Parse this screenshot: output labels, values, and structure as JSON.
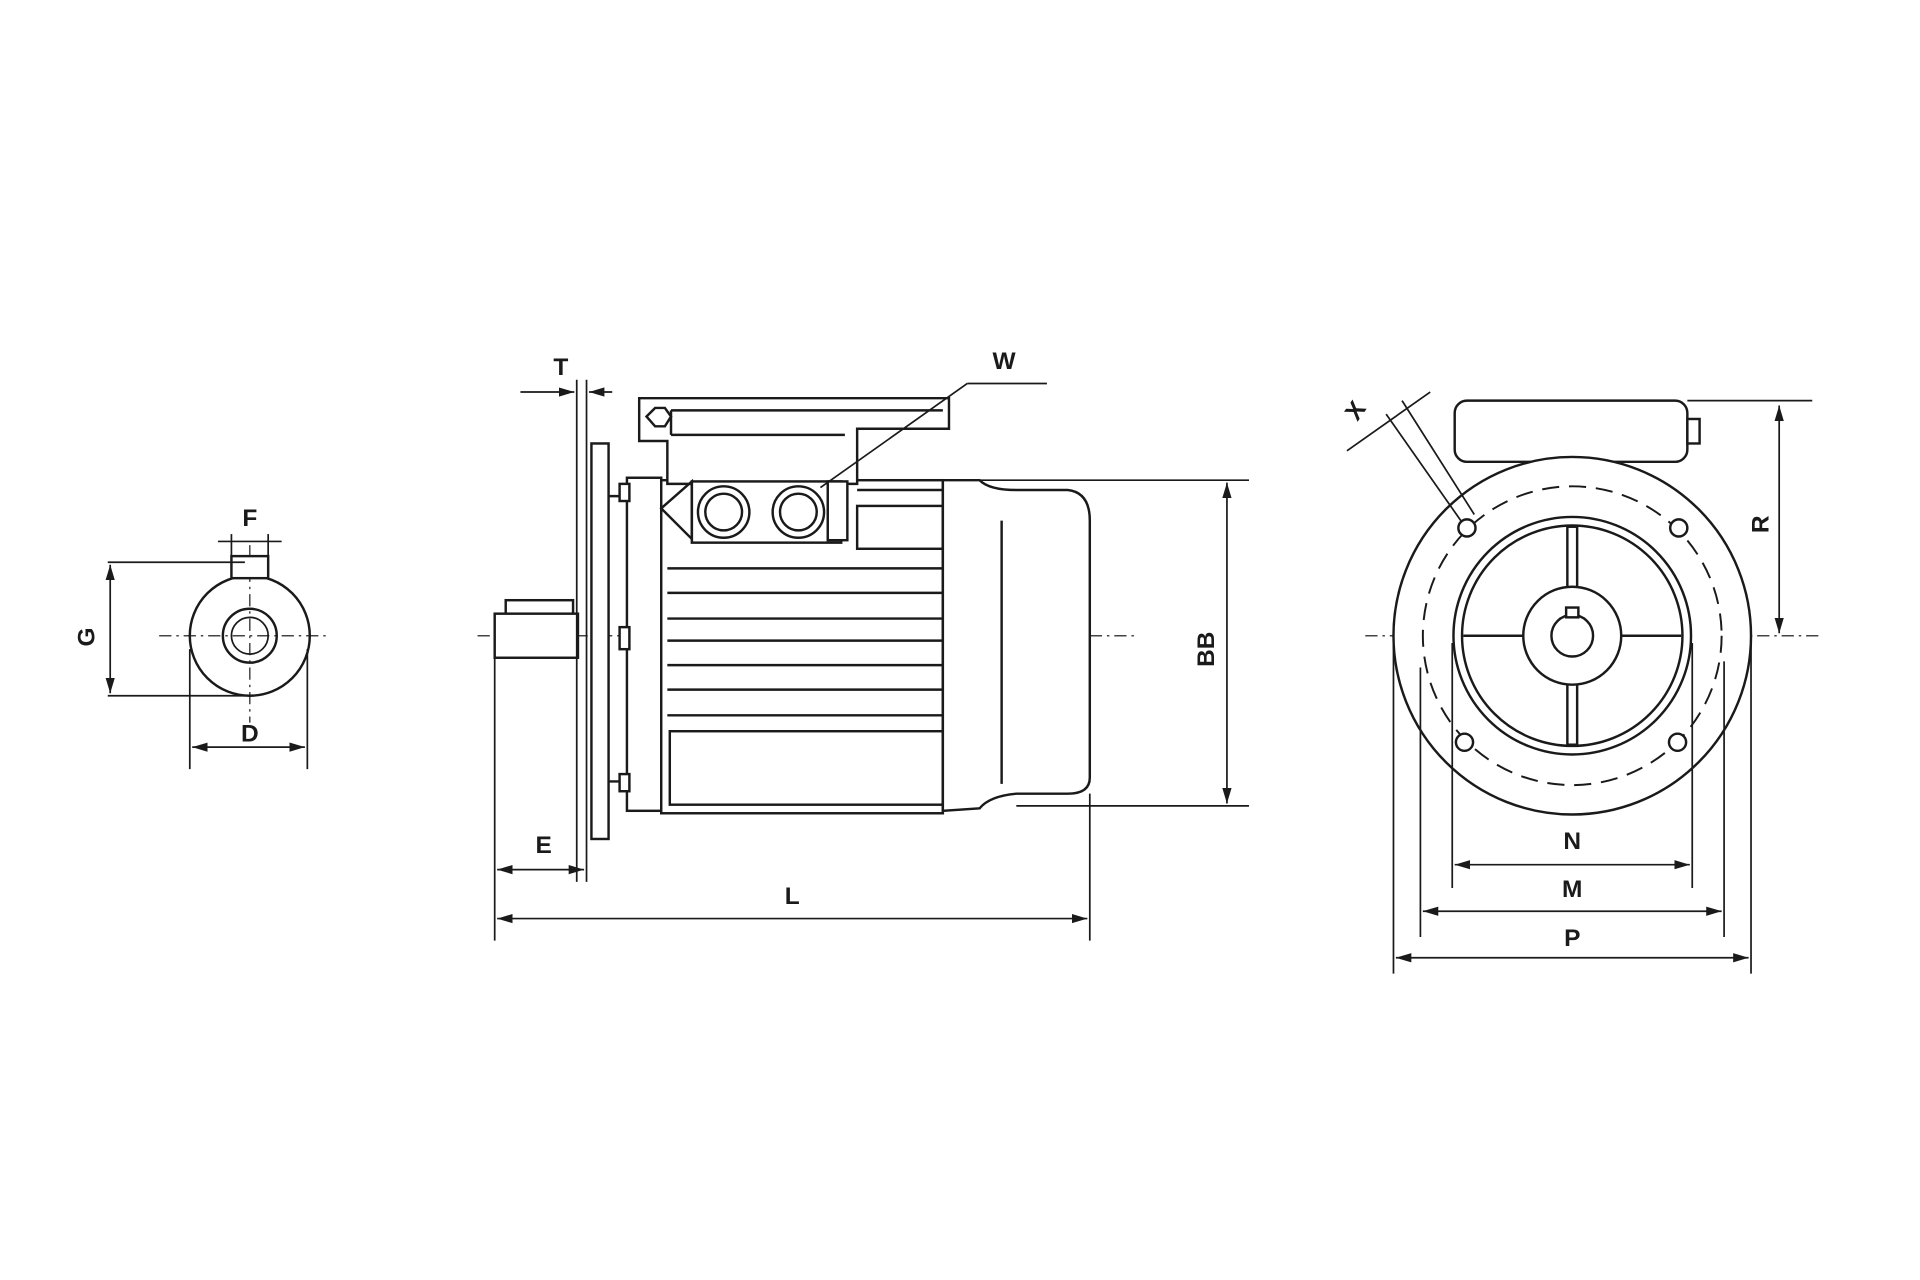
{
  "shaft_end_view": {
    "key_width_label": "F",
    "key_height_label": "G",
    "shaft_diameter_label": "D"
  },
  "side_view": {
    "flange_thickness_label": "T",
    "terminal_box_label": "W",
    "shaft_length_label": "E",
    "overall_length_label": "L",
    "height_label": "BB"
  },
  "flange_view": {
    "hole_diameter_label": "X",
    "top_height_label": "R",
    "spigot_label": "N",
    "pitch_circle_label": "M",
    "flange_diameter_label": "P"
  }
}
